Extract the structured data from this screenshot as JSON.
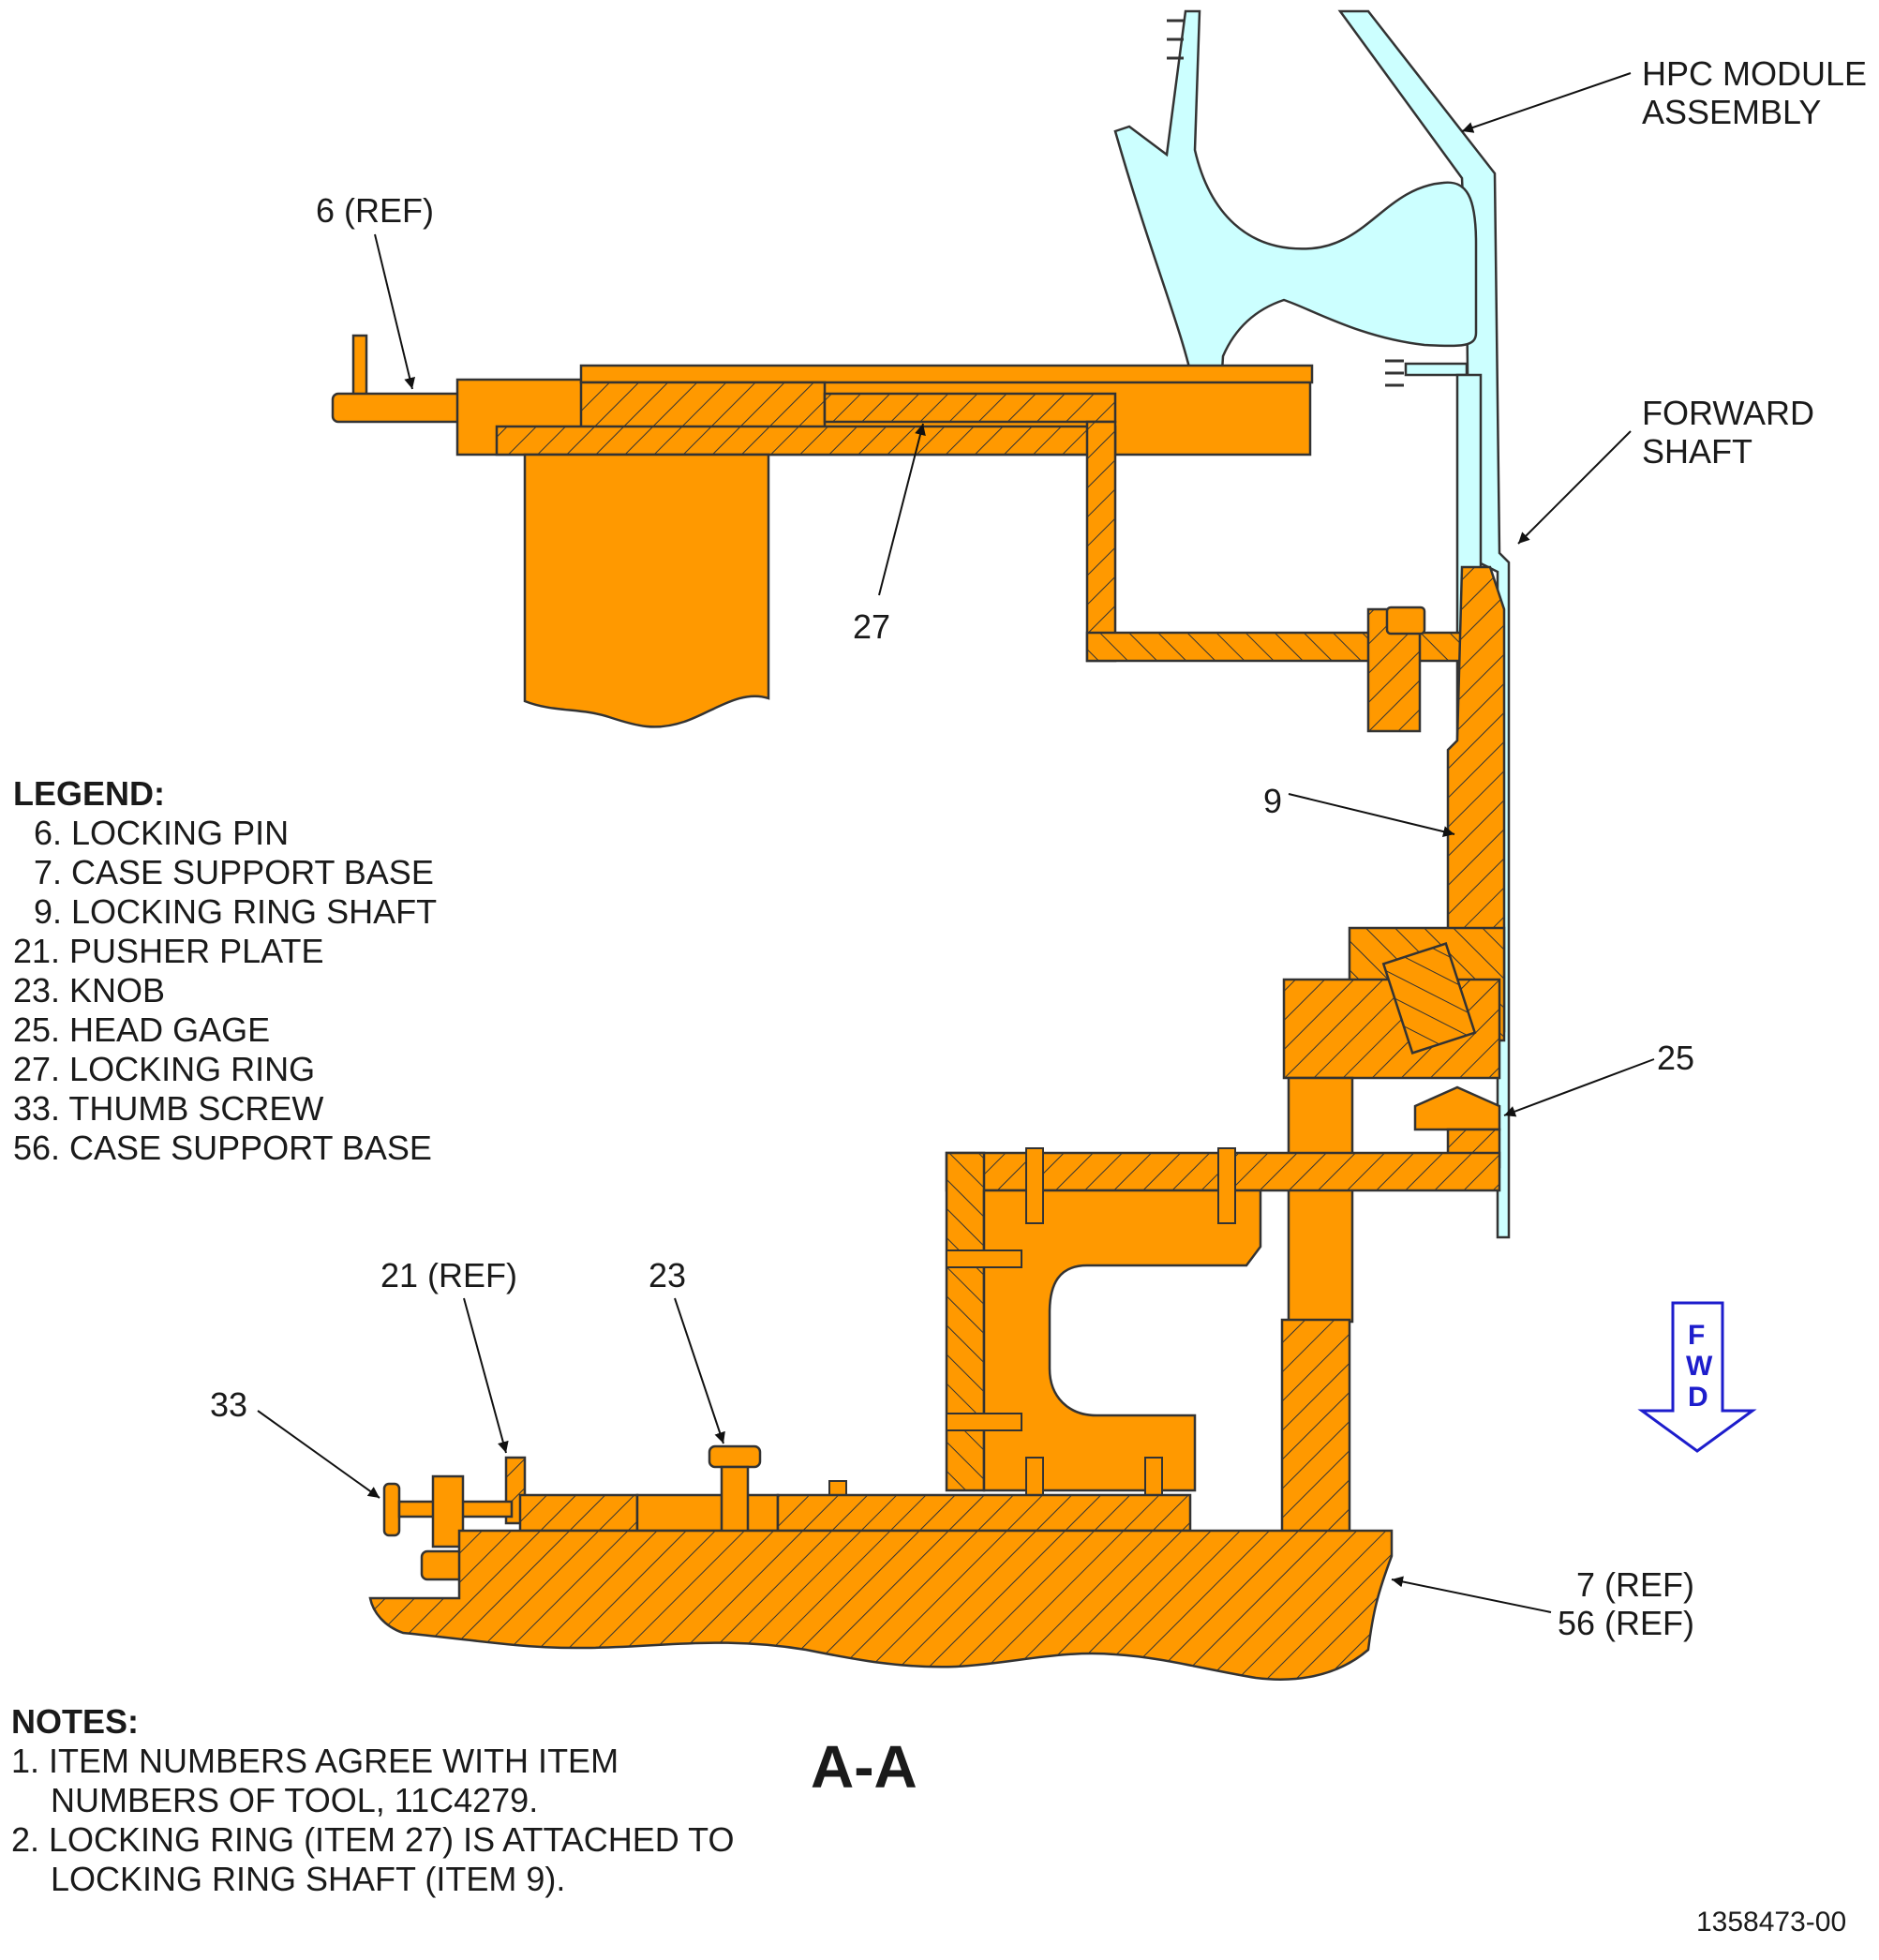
{
  "callouts": {
    "hpc_line1": "HPC MODULE",
    "hpc_line2": "ASSEMBLY",
    "forward_line1": "FORWARD",
    "forward_line2": "SHAFT",
    "item6": "6 (REF)",
    "item27": "27",
    "item9": "9",
    "item25": "25",
    "item21": "21 (REF)",
    "item23": "23",
    "item33": "33",
    "item7": "7 (REF)",
    "item56": "56 (REF)"
  },
  "legend": {
    "title": "LEGEND:",
    "items": [
      "6. LOCKING PIN",
      "7. CASE SUPPORT BASE",
      "9. LOCKING RING SHAFT",
      "21. PUSHER PLATE",
      "23. KNOB",
      "25. HEAD GAGE",
      "27. LOCKING RING",
      "33. THUMB SCREW",
      "56. CASE SUPPORT BASE"
    ]
  },
  "notes": {
    "title": "NOTES:",
    "items": [
      "1. ITEM NUMBERS AGREE WITH ITEM NUMBERS OF TOOL, 11C4279.",
      "2. LOCKING RING (ITEM 27) IS ATTACHED TO LOCKING RING SHAFT (ITEM 9)."
    ]
  },
  "section_label": "A-A",
  "fwd_indicator": {
    "letters": [
      "F",
      "W",
      "D"
    ],
    "color": "#1d1dcc"
  },
  "drawing_number": "1358473-00",
  "colors": {
    "tool_orange": "#ff9900",
    "module_cyan": "#ccffff",
    "outline": "#222222"
  }
}
